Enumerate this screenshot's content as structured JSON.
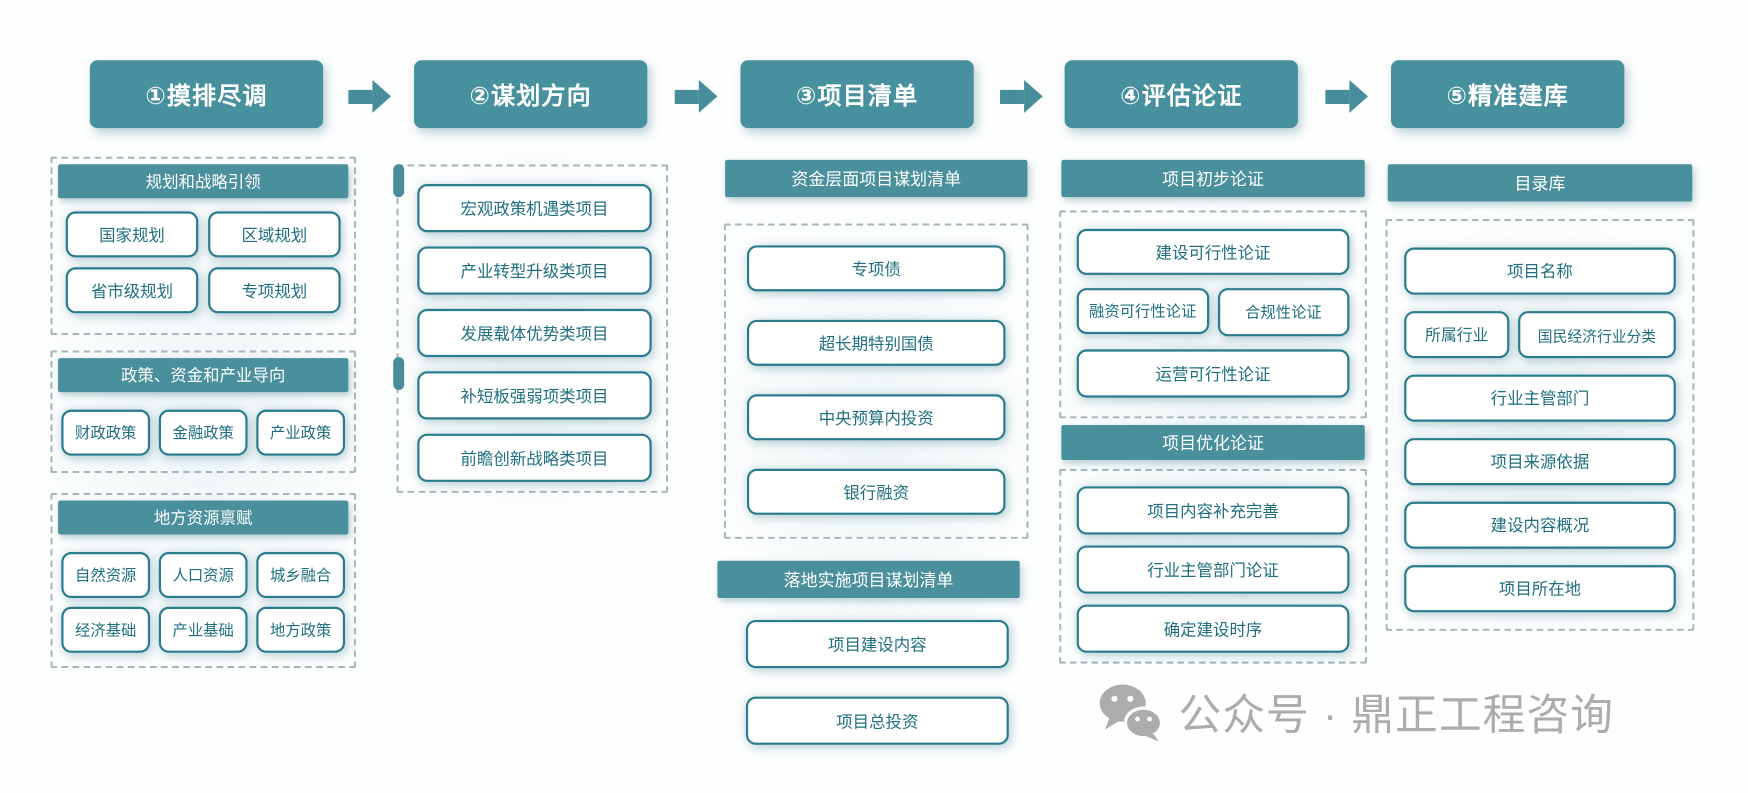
{
  "steps": [
    {
      "label": "①摸排尽调"
    },
    {
      "label": "②谋划方向"
    },
    {
      "label": "③项目清单"
    },
    {
      "label": "④评估论证"
    },
    {
      "label": "⑤精准建库"
    }
  ],
  "col1": {
    "groups": [
      {
        "title": "规划和战略引领",
        "items": [
          "国家规划",
          "区域规划",
          "省市级规划",
          "专项规划"
        ]
      },
      {
        "title": "政策、资金和产业导向",
        "items": [
          "财政政策",
          "金融政策",
          "产业政策"
        ]
      },
      {
        "title": "地方资源禀赋",
        "items": [
          "自然资源",
          "人口资源",
          "城乡融合",
          "经济基础",
          "产业基础",
          "地方政策"
        ]
      }
    ]
  },
  "col2": {
    "items": [
      "宏观政策机遇类项目",
      "产业转型升级类项目",
      "发展载体优势类项目",
      "补短板强弱项类项目",
      "前瞻创新战略类项目"
    ]
  },
  "col3": {
    "funding": {
      "title": "资金层面项目谋划清单",
      "items": [
        "专项债",
        "超长期特别国债",
        "中央预算内投资",
        "银行融资"
      ]
    },
    "implementation": {
      "title": "落地实施项目谋划清单",
      "items": [
        "项目建设内容",
        "项目总投资"
      ]
    }
  },
  "col4": {
    "preliminary": {
      "title": "项目初步论证",
      "items": [
        "建设可行性论证",
        "融资可行性论证",
        "合规性论证",
        "运营可行性论证"
      ]
    },
    "optimization": {
      "title": "项目优化论证",
      "items": [
        "项目内容补充完善",
        "行业主管部门论证",
        "确定建设时序"
      ]
    }
  },
  "col5": {
    "title": "目录库",
    "items": [
      "项目名称",
      "所属行业",
      "国民经济行业分类",
      "行业主管部门",
      "项目来源依据",
      "建设内容概况",
      "项目所在地"
    ]
  },
  "watermark": {
    "text": "公众号 · 鼎正工程咨询"
  },
  "icons": {
    "arrow": "right-block-arrow",
    "watermark": "wechat-icon"
  },
  "colors": {
    "accent_teal": "#4a8f9c",
    "box_border": "#2a7b8c",
    "box_text": "#1f6f80",
    "dashed_border": "#a8b5b9",
    "watermark_gray": "#acacac"
  }
}
